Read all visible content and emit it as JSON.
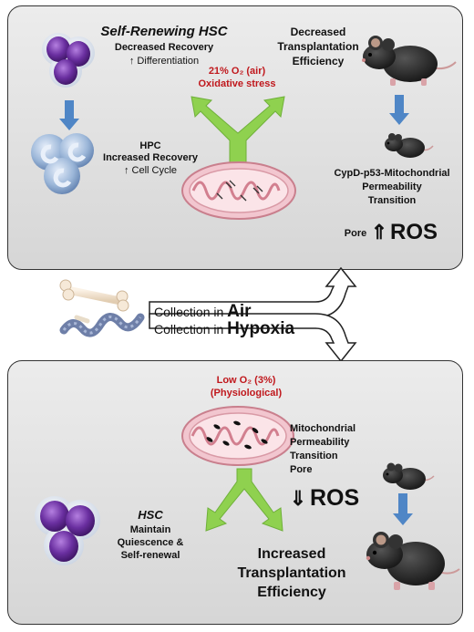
{
  "top": {
    "hsc_title": "Self-Renewing HSC",
    "hsc_line1": "Decreased Recovery",
    "hsc_line2": "↑ Differentiation",
    "hpc_title": "HPC",
    "hpc_line1": "Increased Recovery",
    "hpc_line2": "↑ Cell Cycle",
    "o2_line1": "21% O₂ (air)",
    "o2_line2": "Oxidative stress",
    "transplant_line1": "Decreased",
    "transplant_line2": "Transplantation",
    "transplant_line3": "Efficiency",
    "cypd_line1": "CypD-p53-Mitochondrial",
    "cypd_line2": "Permeability",
    "cypd_line3": "Transition",
    "pore": "Pore",
    "ros_arrow": "⇑",
    "ros": "ROS"
  },
  "middle": {
    "air_prefix": "Collection in ",
    "air_word": "Air",
    "hypoxia_prefix": "Collection in ",
    "hypoxia_word": "Hypoxia"
  },
  "bottom": {
    "o2_line1": "Low O₂ (3%)",
    "o2_line2": "(Physiological)",
    "mito_line1": "Mitochondrial",
    "mito_line2": "Permeability",
    "mito_line3": "Transition",
    "mito_line4": "Pore",
    "ros_arrow": "⇓",
    "ros": "ROS",
    "hsc_title": "HSC",
    "hsc_line1": "Maintain",
    "hsc_line2": "Quiescence &",
    "hsc_line3": "Self-renewal",
    "transplant_line1": "Increased",
    "transplant_line2": "Transplantation",
    "transplant_line3": "Efficiency"
  },
  "colors": {
    "panel": "#e2e2e2",
    "green_arrow": "#8fd14f",
    "blue_arrow": "#4f86c6",
    "red_text": "#c0181d",
    "hsc_cell": "#5b2a86",
    "hpc_cell": "#8aa9cf",
    "mouse": "#2a2a2a"
  },
  "icons": [
    "hsc-cell-icon",
    "hpc-cell-icon",
    "mitochondrion-icon",
    "mouse-icon",
    "bone-icon"
  ]
}
